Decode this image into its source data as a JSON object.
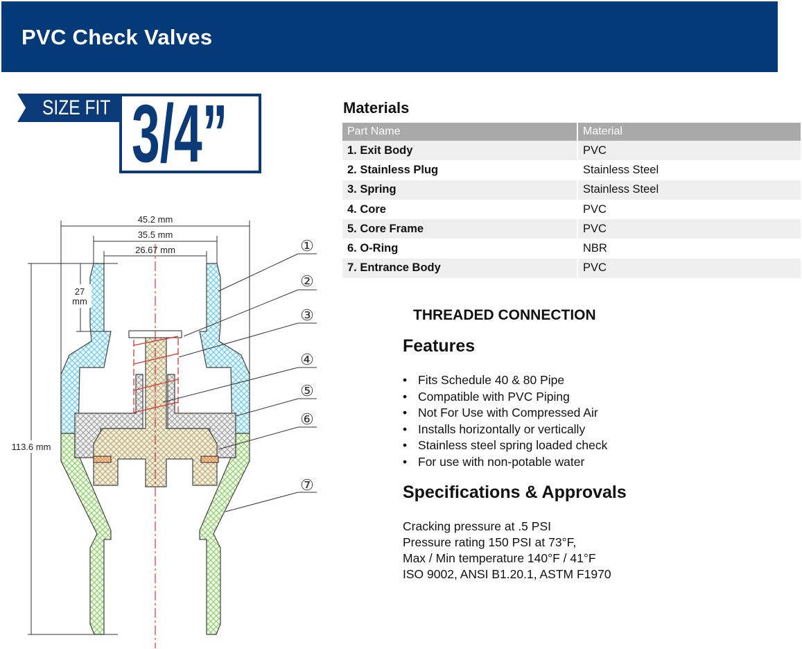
{
  "header": {
    "title": "PVC Check Valves",
    "color": "#043a78"
  },
  "size": {
    "label": "SIZE FIT",
    "value": "3/4”"
  },
  "diagram": {
    "dimensions": {
      "outer_width": "45.2 mm",
      "mid_width": "35.5 mm",
      "inner_width": "26.67 mm",
      "socket_depth_value": "27",
      "socket_depth_unit": "mm",
      "total_height": "113.6 mm"
    },
    "callouts": [
      "①",
      "②",
      "③",
      "④",
      "⑤",
      "⑥",
      "⑦"
    ]
  },
  "materials": {
    "title": "Materials",
    "columns": [
      "Part Name",
      "Material"
    ],
    "rows": [
      {
        "part": "1. Exit Body",
        "material": "PVC"
      },
      {
        "part": "2. Stainless Plug",
        "material": "Stainless Steel"
      },
      {
        "part": "3. Spring",
        "material": "Stainless Steel"
      },
      {
        "part": "4. Core",
        "material": "PVC"
      },
      {
        "part": "5. Core Frame",
        "material": "PVC"
      },
      {
        "part": "6. O-Ring",
        "material": "NBR"
      },
      {
        "part": "7. Entrance Body",
        "material": "PVC"
      }
    ]
  },
  "connection": "THREADED CONNECTION",
  "features": {
    "title": "Features",
    "items": [
      "Fits Schedule 40 & 80 Pipe",
      "Compatible with PVC Piping",
      "Not For Use with Compressed Air",
      "Installs horizontally or vertically",
      "Stainless steel spring loaded check",
      "For use with non-potable water"
    ]
  },
  "specs": {
    "title": "Specifications & Approvals",
    "items": [
      "Cracking pressure at .5 PSI",
      "Pressure rating 150 PSI at 73°F,",
      "Max / Min temperature 140°F / 41°F",
      "ISO 9002, ANSI B1.20.1, ASTM F1970"
    ]
  }
}
